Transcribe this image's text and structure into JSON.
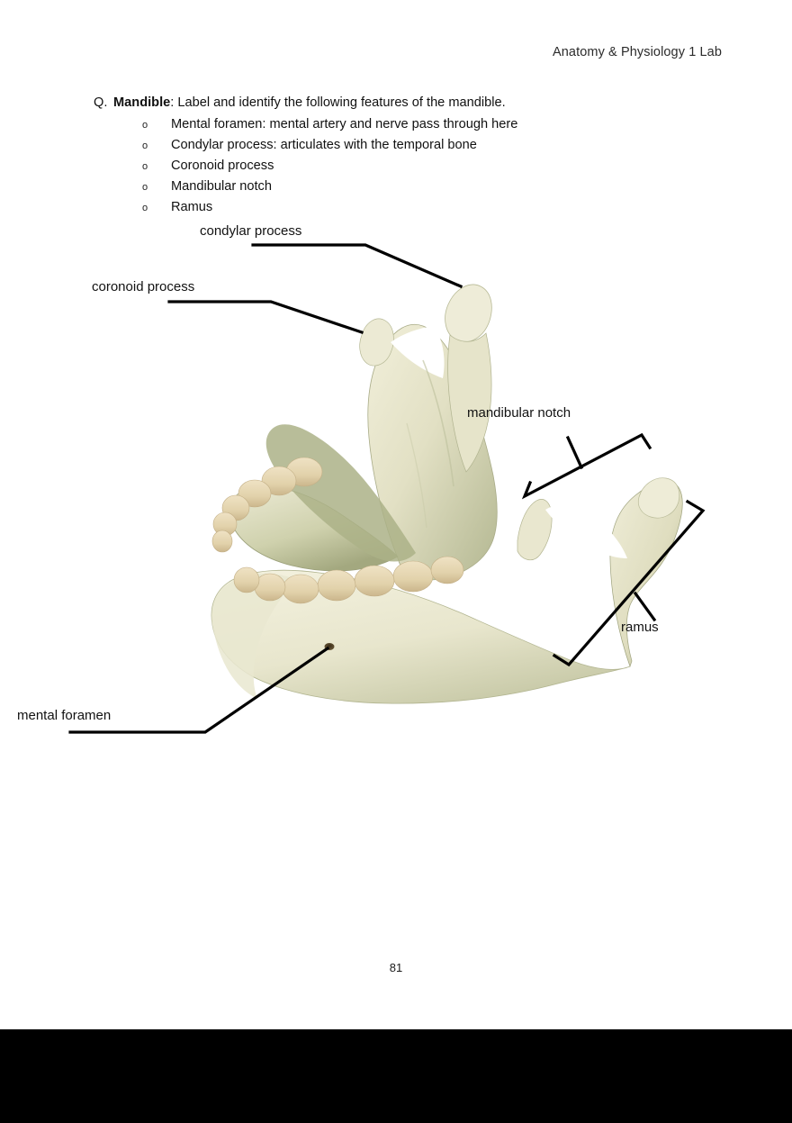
{
  "document": {
    "header_title": "Anatomy & Physiology 1 Lab",
    "page_number": "81"
  },
  "question": {
    "marker": "Q.",
    "term": "Mandible",
    "prompt": ": Label and identify the following features of the mandible.",
    "bullet_marker": "o",
    "items": [
      "Mental foramen:  mental artery and nerve pass through here",
      "Condylar process: articulates with the temporal bone",
      "Coronoid process",
      "Mandibular notch",
      "Ramus"
    ]
  },
  "figure": {
    "alt": "Photograph of a human mandible viewed obliquely from above and the left side",
    "labels": {
      "condylar_process": "condylar process",
      "coronoid_process": "coronoid process",
      "mandibular_notch": "mandibular notch",
      "ramus": "ramus",
      "mental_foramen": "mental foramen"
    },
    "colors": {
      "bone_light": "#ecead3",
      "bone_mid": "#dcd9bb",
      "bone_shadow": "#b9bb98",
      "bone_green": "#a8ad85",
      "tooth": "#e4d4ae",
      "tooth_shadow": "#c9b68d",
      "leader_line": "#000000",
      "foramen": "#4a3a22"
    }
  }
}
